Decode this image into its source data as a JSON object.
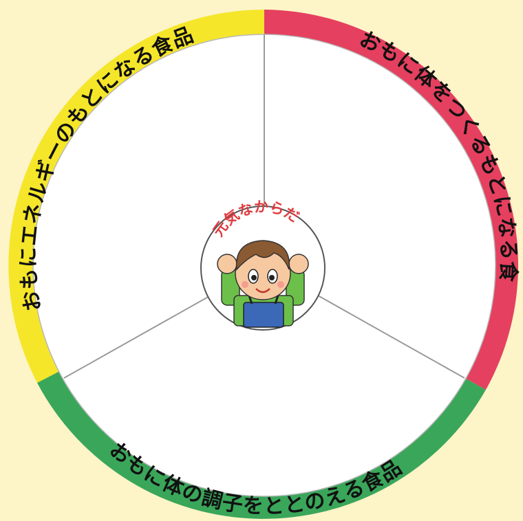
{
  "segments": [
    {
      "label": "おもにエネルギーのもとになる食品",
      "color": "#f5e62a"
    },
    {
      "label": "おもに体をつくるもとになる食品",
      "color": "#e5405f"
    },
    {
      "label": "おもに体の調子をととのえる食品",
      "color": "#3aa65a"
    }
  ],
  "center": {
    "title": "元気なからだ",
    "title_color": "#e03a3e"
  },
  "colors": {
    "background": "#fdf4c8",
    "wheel_fill": "#ffffff",
    "divider": "#9a9a9a"
  }
}
